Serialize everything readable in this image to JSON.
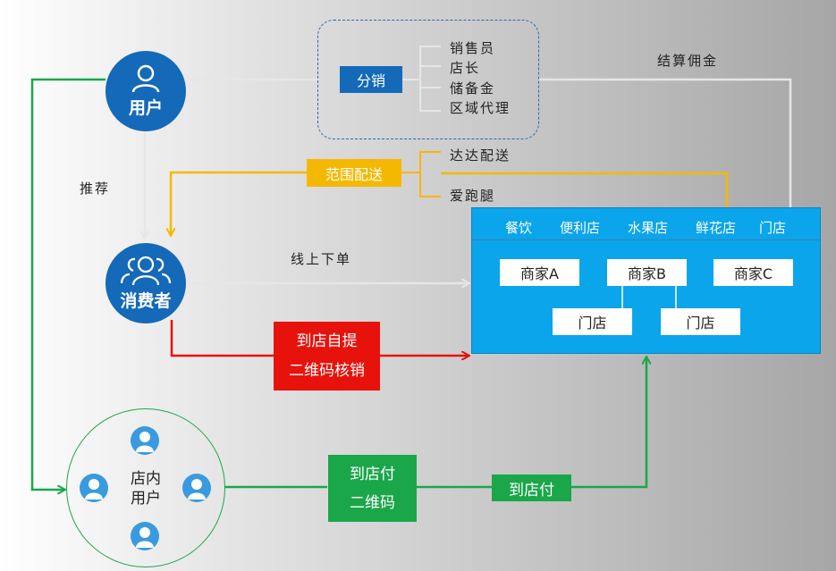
{
  "user": {
    "label": "用户"
  },
  "consumer": {
    "label": "消费者"
  },
  "recommend": "推荐",
  "distribution": {
    "label": "分销",
    "items": [
      "销售员",
      "店长",
      "储备金",
      "区域代理"
    ]
  },
  "settle_commission": "结算佣金",
  "range_delivery": {
    "label": "范围配送",
    "items": [
      "达达配送",
      "爱跑腿"
    ]
  },
  "online_order": "线上下单",
  "pickup": {
    "line1": "到店自提",
    "line2": "二维码核销"
  },
  "merchant_panel": {
    "categories": [
      "餐饮",
      "便利店",
      "水果店",
      "鲜花店",
      "门店"
    ],
    "merchants": [
      "商家A",
      "商家B",
      "商家C"
    ],
    "stores": [
      "门店",
      "门店"
    ]
  },
  "instore_users": {
    "line1": "店内",
    "line2": "用户"
  },
  "pay_qr": {
    "line1": "到店付",
    "line2": "二维码"
  },
  "pay_store": "到店付",
  "colors": {
    "blue": "#1469b8",
    "panel": "#0ba5ec",
    "yellow": "#f5b800",
    "red": "#e8120c",
    "green": "#1aa74a",
    "gray_line": "#e6e6e6"
  }
}
